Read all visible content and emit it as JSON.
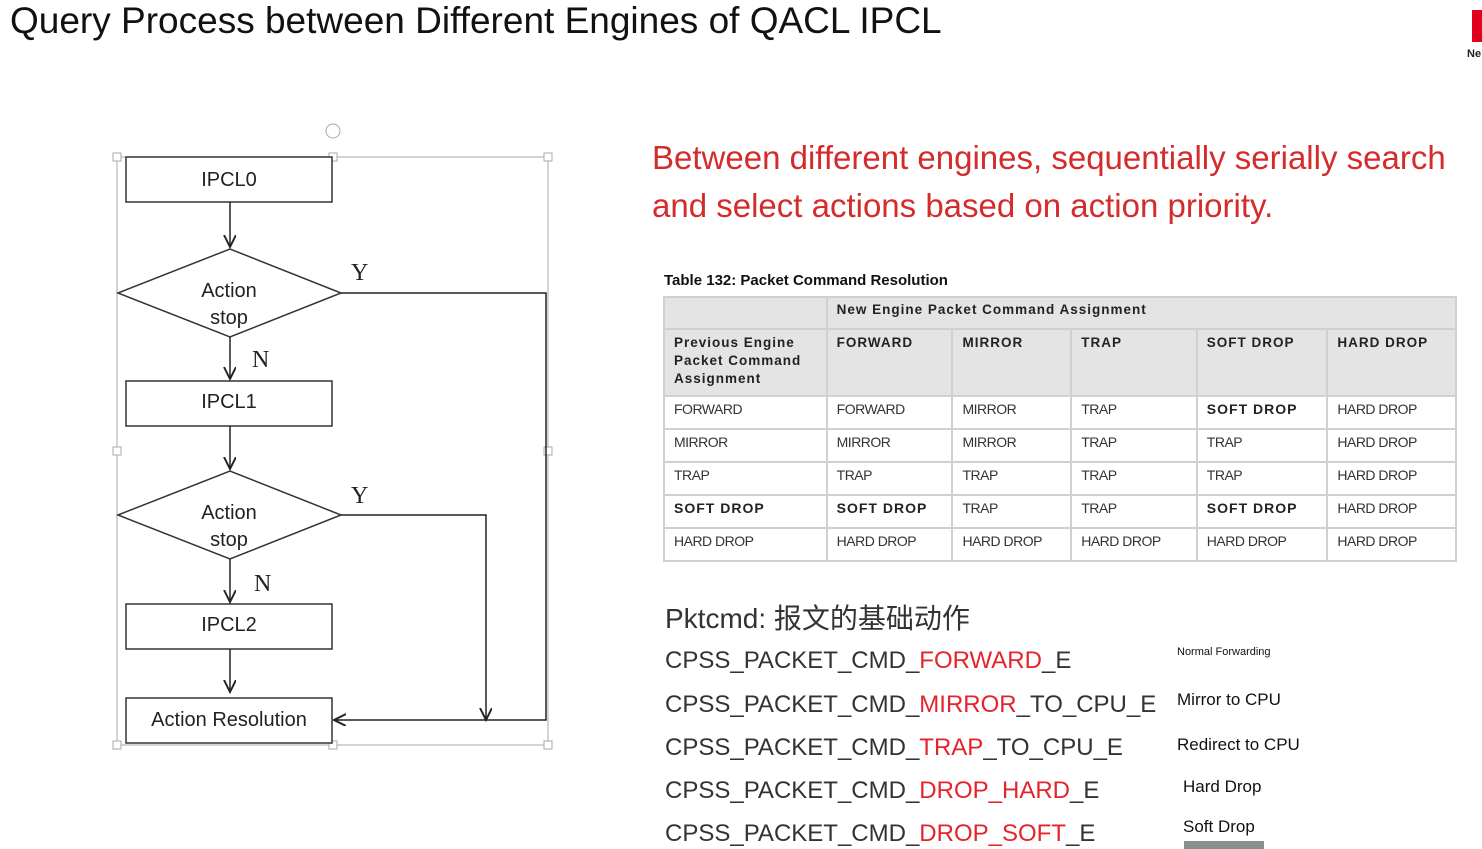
{
  "title": "Query Process between Different Engines of QACL IPCL",
  "corner_label": "Ne",
  "flowchart": {
    "ipcl0": "IPCL0",
    "action": "Action",
    "stop": "stop",
    "yes": "Y",
    "no": "N",
    "ipcl1": "IPCL1",
    "ipcl2": "IPCL2",
    "resolution": "Action Resolution"
  },
  "note": "Between different engines, sequentially serially search and select actions based on action priority.",
  "table": {
    "caption": "Table 132: Packet Command Resolution",
    "group_header": "New Engine Packet Command Assignment",
    "row_header": "Previous Engine Packet Command Assignment",
    "columns": [
      "FORWARD",
      "MIRROR",
      "TRAP",
      "SOFT DROP",
      "HARD DROP"
    ],
    "rows": [
      [
        "FORWARD",
        "FORWARD",
        "MIRROR",
        "TRAP",
        "SOFT DROP",
        "HARD DROP"
      ],
      [
        "MIRROR",
        "MIRROR",
        "MIRROR",
        "TRAP",
        "TRAP",
        "HARD DROP"
      ],
      [
        "TRAP",
        "TRAP",
        "TRAP",
        "TRAP",
        "TRAP",
        "HARD DROP"
      ],
      [
        "SOFT DROP",
        "SOFT DROP",
        "TRAP",
        "TRAP",
        "SOFT DROP",
        "HARD DROP"
      ],
      [
        "HARD DROP",
        "HARD DROP",
        "HARD DROP",
        "HARD DROP",
        "HARD DROP",
        "HARD DROP"
      ]
    ]
  },
  "pktcmd_title": "Pktcmd:  报文的基础动作",
  "commands": [
    {
      "pre": "CPSS_PACKET_CMD_",
      "key": "FORWARD",
      "post": "_E",
      "desc": "Normal Forwarding"
    },
    {
      "pre": "CPSS_PACKET_CMD_",
      "key": "MIRROR",
      "post": "_TO_CPU_E",
      "desc": "Mirror to CPU"
    },
    {
      "pre": "CPSS_PACKET_CMD_",
      "key": "TRAP",
      "post": "_TO_CPU_E",
      "desc": "Redirect to CPU"
    },
    {
      "pre": "CPSS_PACKET_CMD_",
      "key": "DROP_HARD",
      "post": "_E",
      "desc": "Hard Drop"
    },
    {
      "pre": "CPSS_PACKET_CMD_",
      "key": "DROP_SOFT",
      "post": "_E",
      "desc": "Soft Drop"
    }
  ]
}
